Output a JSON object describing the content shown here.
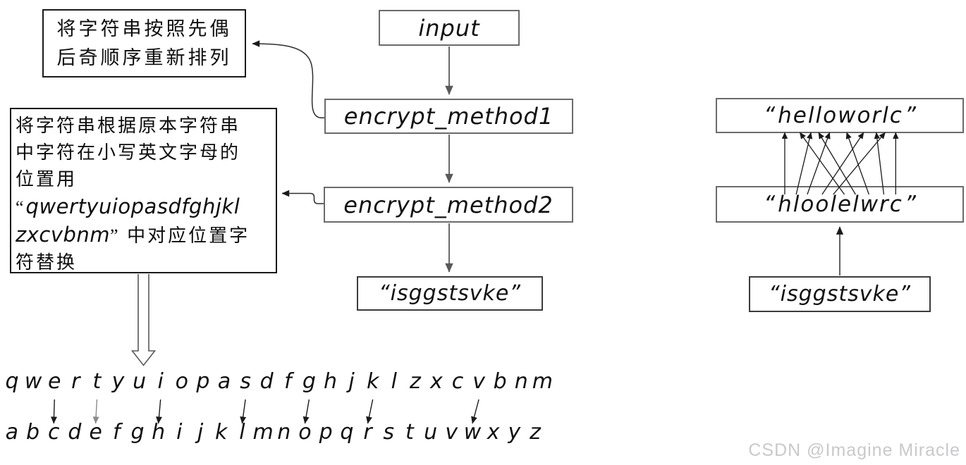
{
  "notes": {
    "method1_note": {
      "lines": [
        "将字符串按照先偶",
        "后奇顺序重新排列"
      ]
    },
    "method2_note": {
      "lines": [
        "将字符串根据原本字符串",
        "中字符在小写英文字母的",
        "位置用",
        "“qwertyuiopasdfghjkl",
        "zxcvbnm” 中对应位置字",
        "符替换"
      ]
    }
  },
  "flow": {
    "input_label": "input",
    "method1_label": "encrypt_method1",
    "method2_label": "encrypt_method2",
    "output_label": "“isggstsvke”"
  },
  "example": {
    "target_word": "helloworlc",
    "intermediate_word": "hloolelwrc",
    "cipher_label": "“isggstsvke”",
    "open_quote": "“",
    "close_quote": "”",
    "mapping_to_target": [
      0,
      2,
      4,
      6,
      8,
      1,
      3,
      5,
      7,
      9
    ]
  },
  "keyboard": {
    "top_row": "qwertyuiopasdfghjklzxcvbnm",
    "bottom_row": "abcdefghijklmnopqrstuvwxyz",
    "arrows": [
      {
        "from": "e",
        "to": "c"
      },
      {
        "from": "t",
        "to": "e",
        "color": "gray"
      },
      {
        "from": "i",
        "to": "h"
      },
      {
        "from": "s",
        "to": "l"
      },
      {
        "from": "g",
        "to": "o"
      },
      {
        "from": "k",
        "to": "r"
      },
      {
        "from": "v",
        "to": "w"
      }
    ]
  },
  "watermark": "CSDN @Imagine Miracle",
  "colors": {
    "flow_box_border": "#6b6b6b",
    "note_border": "#1a1a1a",
    "flow_arrow": "#595959",
    "dark_arrow": "#1a1a1a",
    "gray_arrow": "#8a8a8a",
    "watermark": "#c9c9cd"
  }
}
